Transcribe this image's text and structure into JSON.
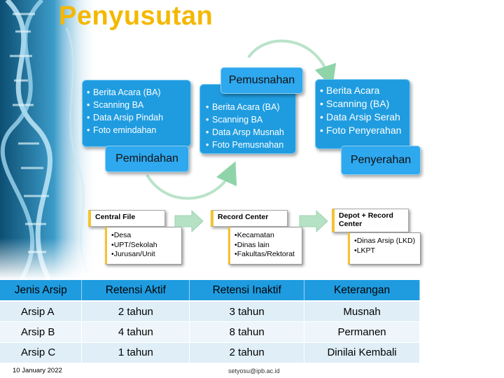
{
  "title": "Penyusutan",
  "stages": {
    "pemindahan": {
      "label": "Pemindahan",
      "items": [
        "Berita Acara (BA)",
        "Scanning BA",
        "Data Arsip Pindah",
        "Foto emindahan"
      ]
    },
    "pemusnahan": {
      "label": "Pemusnahan",
      "items": [
        "Berita Acara (BA)",
        "Scanning BA",
        "Data Arsp Musnah",
        "Foto Pemusnahan"
      ]
    },
    "penyerahan": {
      "label": "Penyerahan",
      "items": [
        "Berita Acara",
        "Scanning (BA)",
        "Data Arsip Serah",
        "Foto Penyerahan"
      ]
    }
  },
  "locations": [
    {
      "label": "Central File",
      "items": [
        "Desa",
        "UPT/Sekolah",
        "Jurusan/Unit"
      ]
    },
    {
      "label": "Record Center",
      "items": [
        "Kecamatan",
        "Dinas lain",
        "Fakultas/Rektorat"
      ]
    },
    {
      "label": "Depot + Record Center",
      "items": [
        "Dinas Arsip (LKD)",
        "LKPT"
      ]
    }
  ],
  "table": {
    "headers": [
      "Jenis Arsip",
      "Retensi Aktif",
      "Retensi Inaktif",
      "Keterangan"
    ],
    "rows": [
      [
        "Arsip A",
        "2 tahun",
        "3 tahun",
        "Musnah"
      ],
      [
        "Arsip B",
        "4 tahun",
        "8 tahun",
        "Permanen"
      ],
      [
        "Arsip C",
        "1 tahun",
        "2 tahun",
        "Dinilai Kembali"
      ]
    ]
  },
  "footer": {
    "date": "10 January 2022",
    "email": "setyosu@ipb.ac.id"
  },
  "colors": {
    "title": "#f4b800",
    "card": "#1f9ce0",
    "accent": "#f4c430",
    "table_header": "#1f9ce0",
    "table_row": "#dfeef7"
  }
}
